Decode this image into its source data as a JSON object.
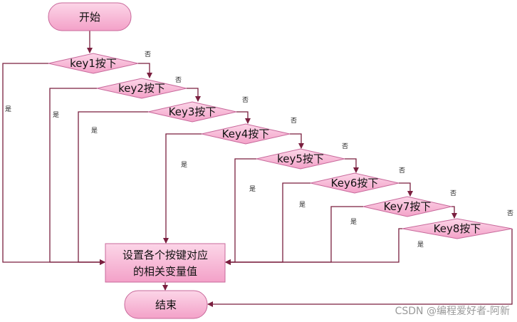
{
  "nodes": {
    "start": "开始",
    "action_line1": "设置各个按键对应",
    "action_line2": "的相关变量值",
    "end": "结束"
  },
  "decisions": [
    "key1按下",
    "key2按下",
    "Key3按下",
    "Key4按下",
    "key5按下",
    "Key6按下",
    "Key7按下",
    "Key8按下"
  ],
  "labels": {
    "yes": "是",
    "no": "否"
  },
  "watermark": "CSDN @编程爱好者-阿新",
  "colors": {
    "node_fill": "#f5a8cf",
    "node_stroke": "#c8699b",
    "line": "#7a1f3f"
  }
}
